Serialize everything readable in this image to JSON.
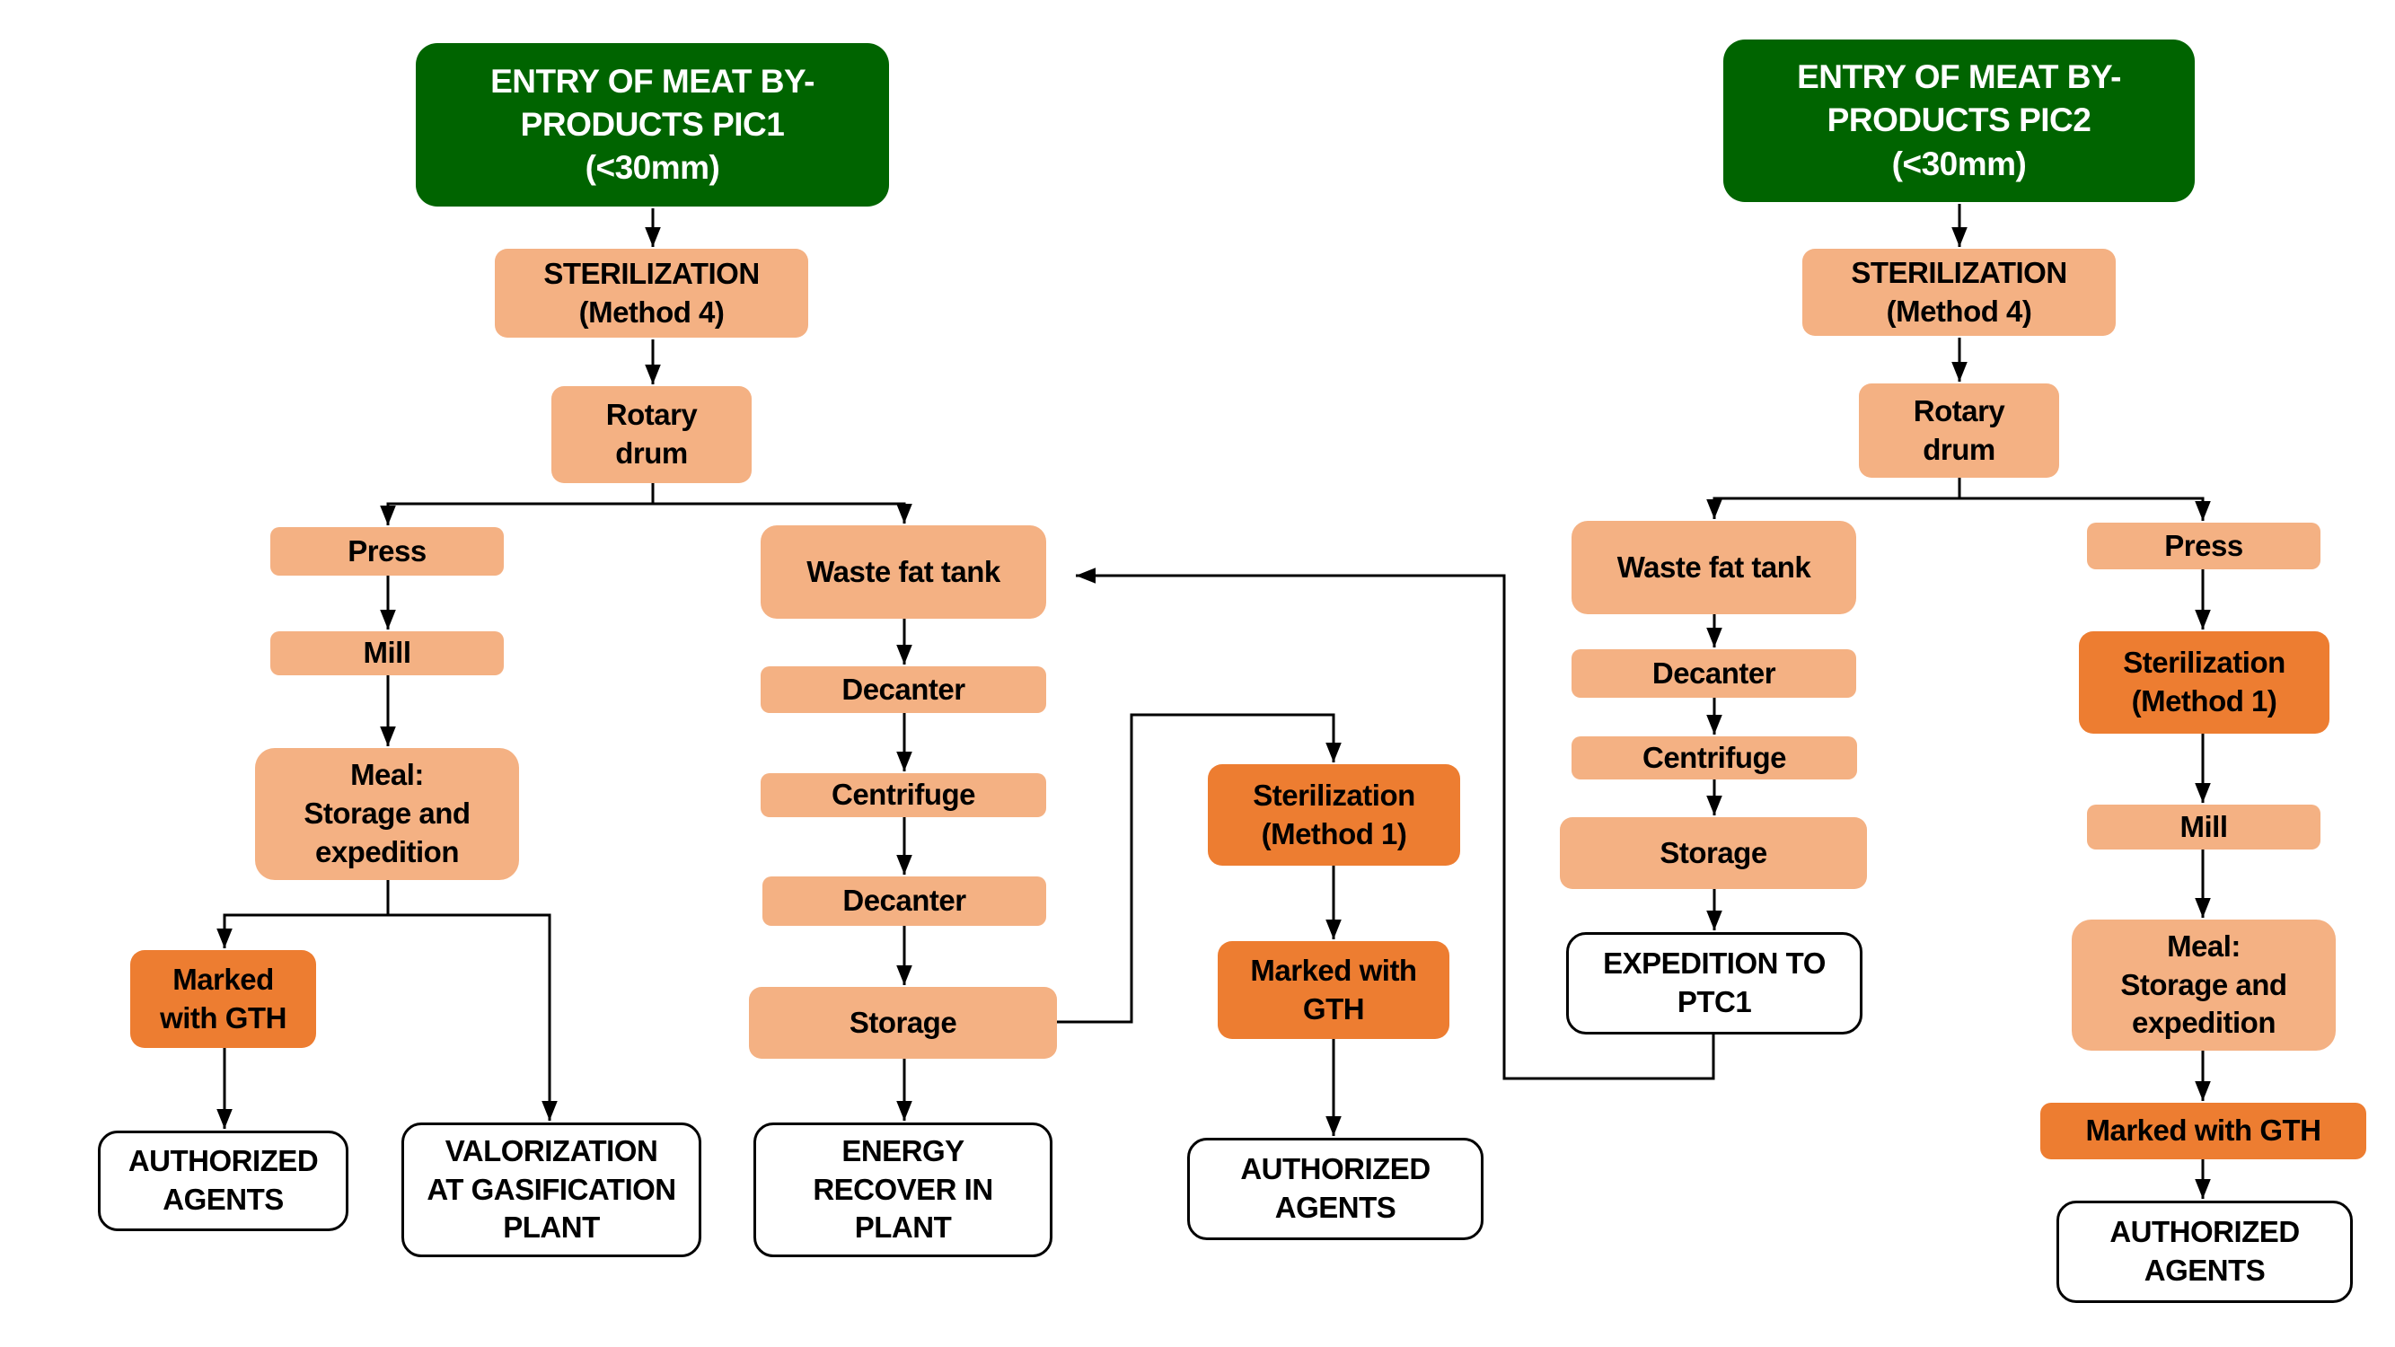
{
  "diagram": {
    "colors": {
      "entry": "#006400",
      "process": "#F4B183",
      "treatment": "#ED7D31",
      "destination": "#FFFFFF",
      "connector": "#000000"
    },
    "left_flow": {
      "entry": "ENTRY OF MEAT BY-\nPRODUCTS PIC1\n(<30mm)",
      "sterilization": "STERILIZATION\n(Method 4)",
      "rotary_drum": "Rotary\ndrum",
      "meal_branch": {
        "press": "Press",
        "mill": "Mill",
        "meal": "Meal:\nStorage and\nexpedition",
        "marked": "Marked\nwith GTH",
        "authorized": "AUTHORIZED\nAGENTS",
        "valorization": "VALORIZATION\nAT GASIFICATION\nPLANT"
      },
      "fat_branch": {
        "waste_fat_tank": "Waste fat tank",
        "decanter_1": "Decanter",
        "centrifuge": "Centrifuge",
        "decanter_2": "Decanter",
        "storage": "Storage",
        "energy": "ENERGY\nRECOVER IN\nPLANT"
      },
      "sterilization_branch": {
        "sterilization": "Sterilization\n(Method 1)",
        "marked": "Marked with\nGTH",
        "authorized": "AUTHORIZED\nAGENTS"
      }
    },
    "right_flow": {
      "entry": "ENTRY OF MEAT BY-\nPRODUCTS PIC2\n(<30mm)",
      "sterilization": "STERILIZATION\n(Method 4)",
      "rotary_drum": "Rotary\ndrum",
      "fat_branch": {
        "waste_fat_tank": "Waste fat tank",
        "decanter": "Decanter",
        "centrifuge": "Centrifuge",
        "storage": "Storage",
        "expedition": "EXPEDITION TO\nPTC1"
      },
      "meal_branch": {
        "press": "Press",
        "sterilization": "Sterilization\n(Method 1)",
        "mill": "Mill",
        "meal": "Meal:\nStorage and\nexpedition",
        "marked": "Marked with GTH",
        "authorized": "AUTHORIZED\nAGENTS"
      }
    }
  }
}
